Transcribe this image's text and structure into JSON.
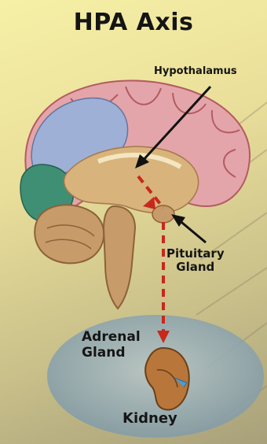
{
  "diagram": {
    "title": "HPA Axis",
    "labels": {
      "hypothalamus": "Hypothalamus",
      "pituitary_line1": "Pituitary",
      "pituitary_line2": "Gland",
      "adrenal_line1": "Adrenal",
      "adrenal_line2": "Gland",
      "kidney": "Kidney"
    }
  },
  "colors": {
    "arrow_path": "#c8281c",
    "pointer": "#111111",
    "brain_pink": "#e3a5a9",
    "brain_blue": "#9fb0d6",
    "brain_green": "#3f8f74",
    "brain_tan": "#c79b6a",
    "kidney_orange": "#b8763a"
  },
  "icons": [
    "brain-illustration",
    "kidney-illustration"
  ]
}
